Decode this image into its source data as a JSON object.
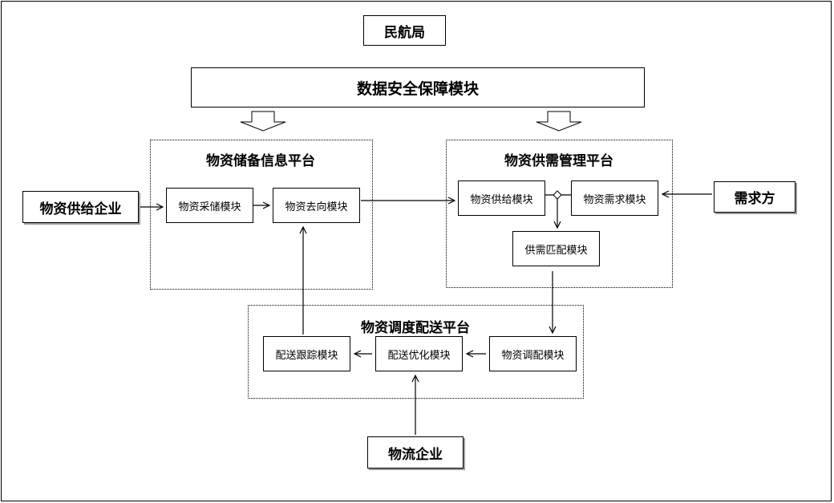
{
  "top": {
    "caac": "民航局",
    "security_module": "数据安全保障模块"
  },
  "reserve_platform": {
    "title": "物资储备信息平台",
    "procurement": "物资采储模块",
    "destination": "物资去向模块"
  },
  "supply_demand_platform": {
    "title": "物资供需管理平台",
    "supply": "物资供给模块",
    "demand": "物资需求模块",
    "matching": "供需匹配模块"
  },
  "dispatch_platform": {
    "title": "物资调度配送平台",
    "allocation": "物资调配模块",
    "optimization": "配送优化模块",
    "tracking": "配送跟踪模块"
  },
  "external": {
    "supplier": "物资供给企业",
    "demand_side": "需求方",
    "logistics": "物流企业"
  }
}
